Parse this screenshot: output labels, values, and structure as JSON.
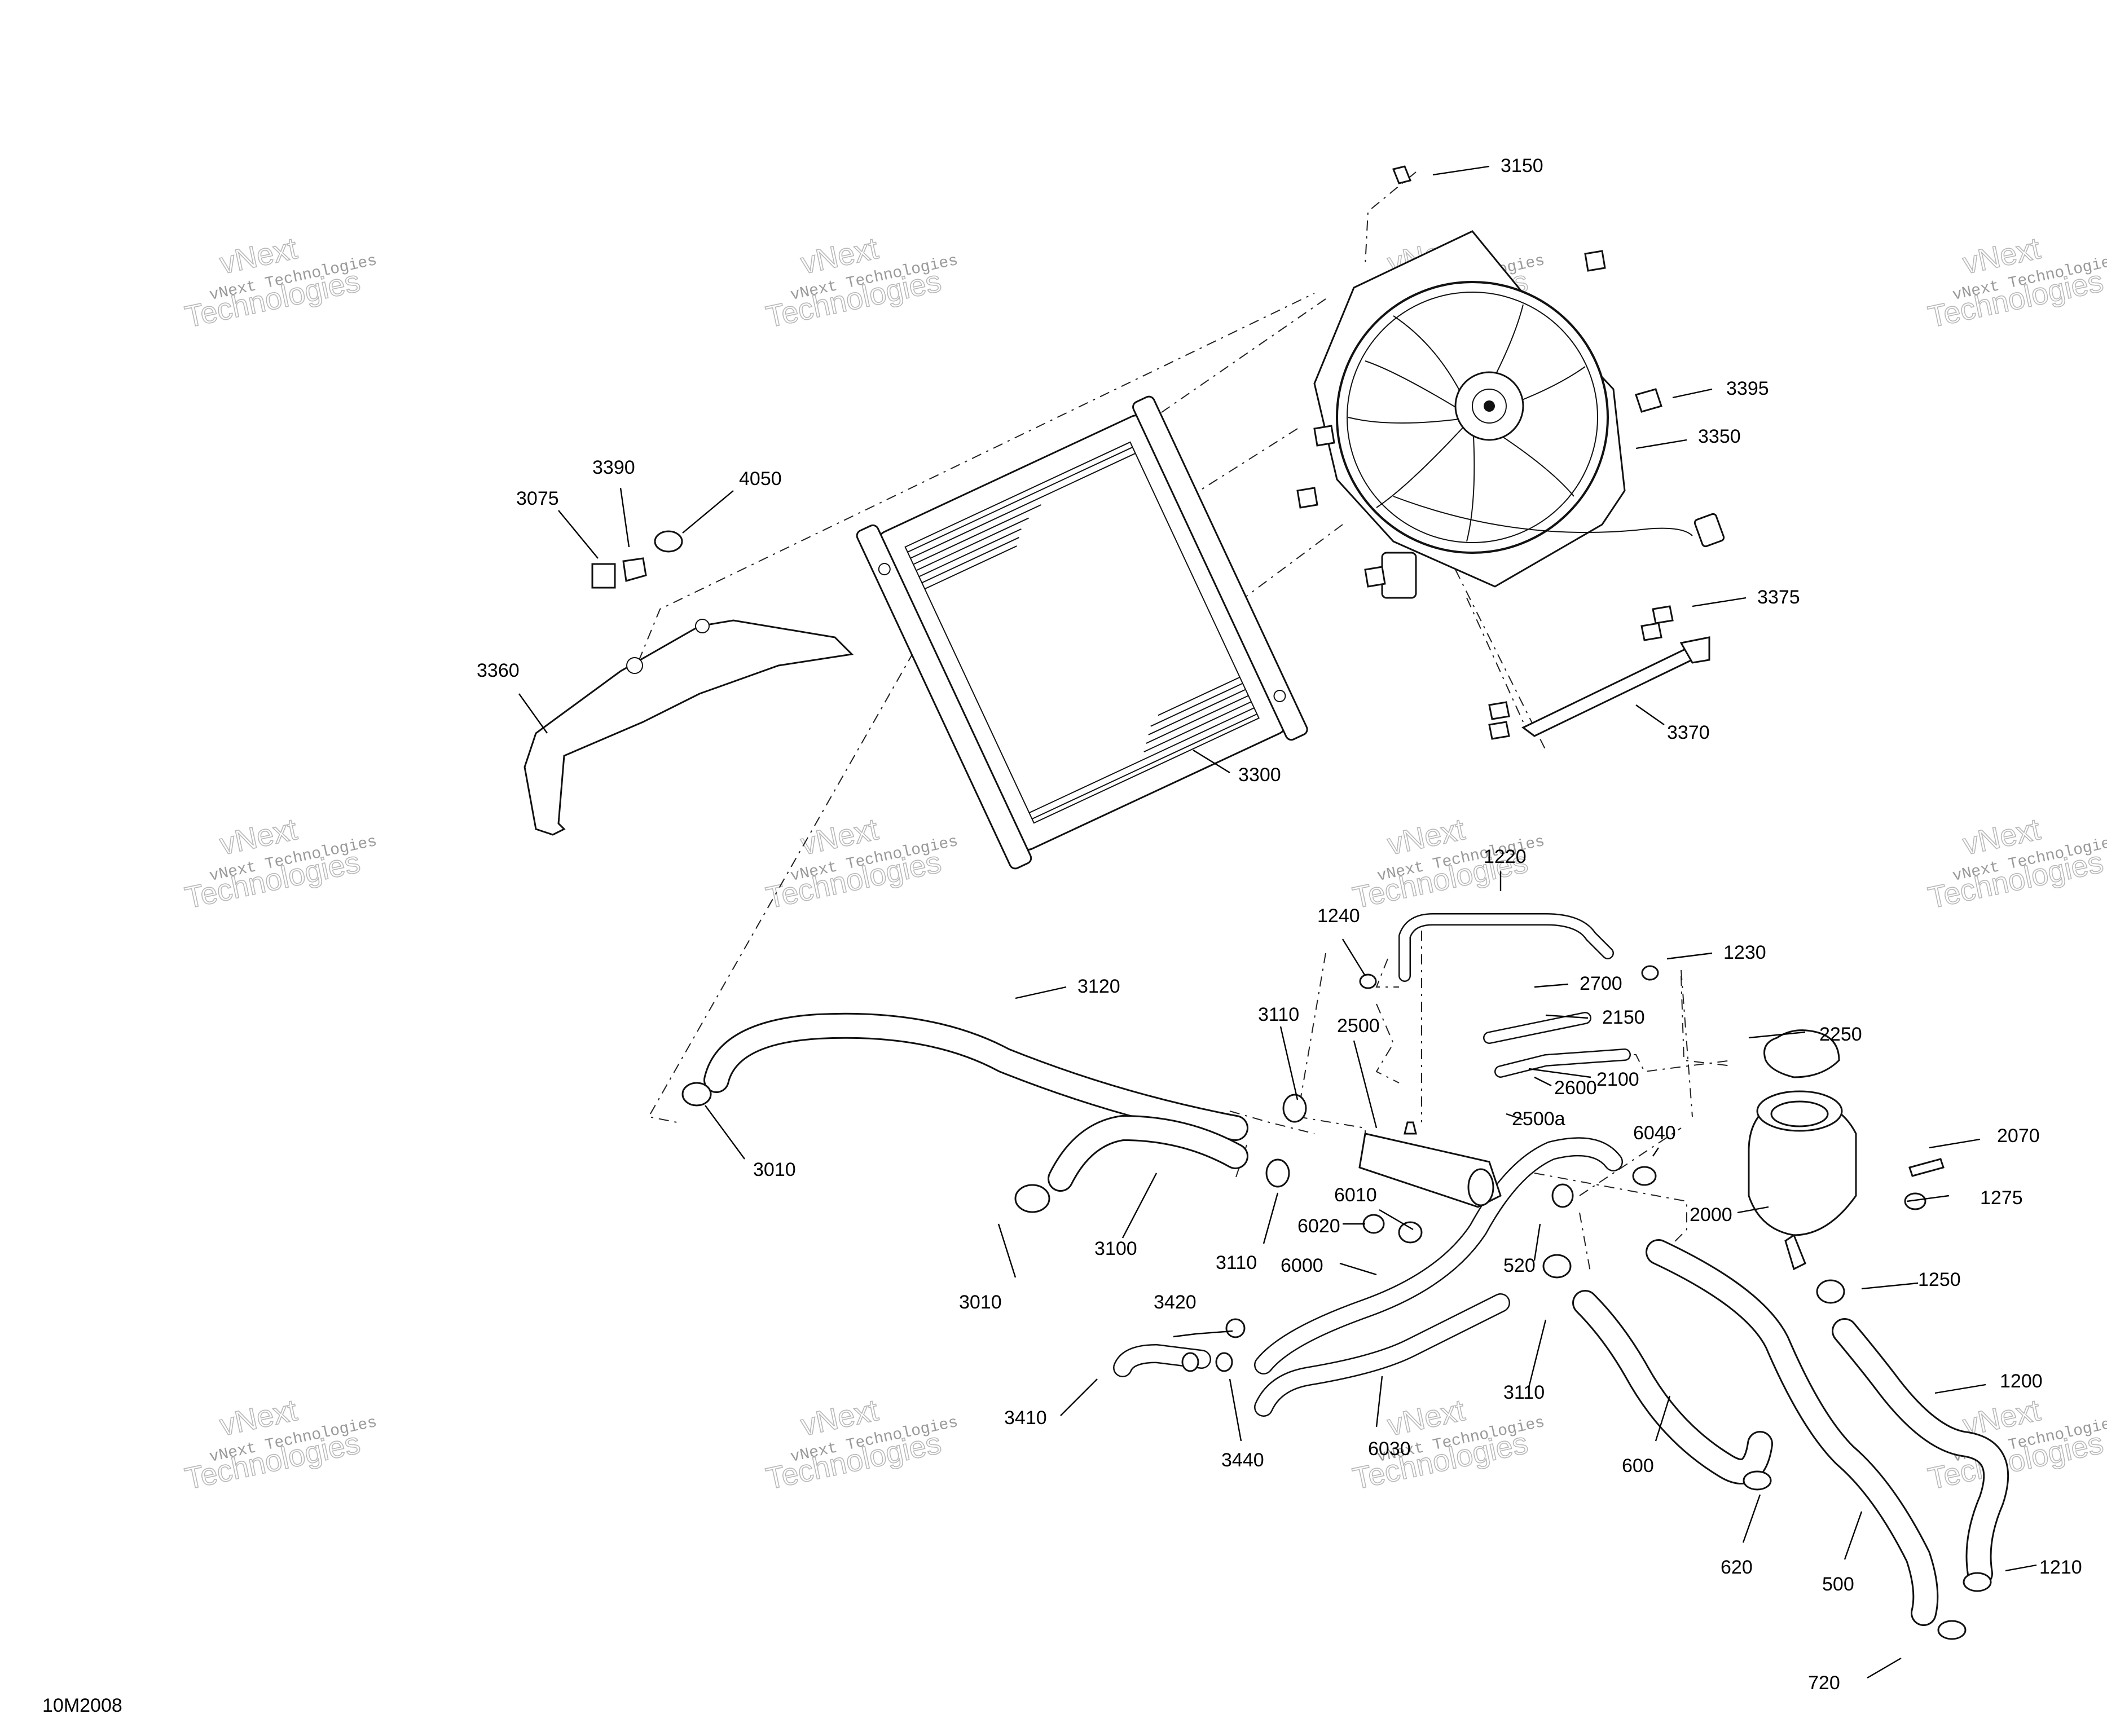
{
  "document_id": "10M2008",
  "watermark": {
    "line1": "vNext",
    "line2": "Technologies"
  },
  "callouts": [
    {
      "label": "3150"
    },
    {
      "label": "3395"
    },
    {
      "label": "3350"
    },
    {
      "label": "3375"
    },
    {
      "label": "3370"
    },
    {
      "label": "3390"
    },
    {
      "label": "4050"
    },
    {
      "label": "3075"
    },
    {
      "label": "3360"
    },
    {
      "label": "3300"
    },
    {
      "label": "1220"
    },
    {
      "label": "1240"
    },
    {
      "label": "1230"
    },
    {
      "label": "2700"
    },
    {
      "label": "3120"
    },
    {
      "label": "3110"
    },
    {
      "label": "2500"
    },
    {
      "label": "2150"
    },
    {
      "label": "2250"
    },
    {
      "label": "2100"
    },
    {
      "label": "2600"
    },
    {
      "label": "2500a"
    },
    {
      "label": "6040"
    },
    {
      "label": "2070"
    },
    {
      "label": "3010"
    },
    {
      "label": "1275"
    },
    {
      "label": "6010"
    },
    {
      "label": "2000"
    },
    {
      "label": "6020"
    },
    {
      "label": "3100"
    },
    {
      "label": "3110"
    },
    {
      "label": "6000"
    },
    {
      "label": "520"
    },
    {
      "label": "3010"
    },
    {
      "label": "1250"
    },
    {
      "label": "3420"
    },
    {
      "label": "1200"
    },
    {
      "label": "3110"
    },
    {
      "label": "3410"
    },
    {
      "label": "600"
    },
    {
      "label": "3440"
    },
    {
      "label": "6030"
    },
    {
      "label": "620"
    },
    {
      "label": "500"
    },
    {
      "label": "1210"
    },
    {
      "label": "720"
    }
  ]
}
